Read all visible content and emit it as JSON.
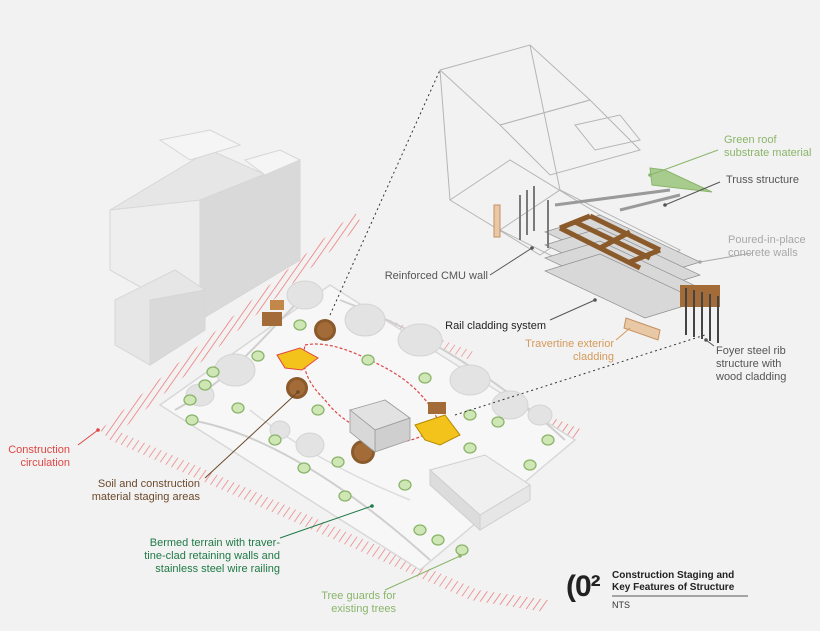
{
  "labels": {
    "green_roof": "Green roof\nsubstrate material",
    "truss": "Truss structure",
    "concrete": "Poured-in-place\nconcrete walls",
    "cmu": "Reinforced CMU wall",
    "rail": "Rail cladding system",
    "travertine": "Travertine exterior\ncladding",
    "foyer": "Foyer steel rib\nstructure with\nwood cladding",
    "circulation": "Construction\ncirculation",
    "soil": "Soil and construction\nmaterial staging areas",
    "bermed": "Bermed terrain with traver-\ntine-clad retaining walls and\nstainless steel wire railing",
    "tree_guards": "Tree guards for\nexisting trees"
  },
  "badge": {
    "number": "(0²",
    "title": "Construction Staging and\nKey Features of Structure",
    "scale": "NTS"
  },
  "colors": {
    "red": "#e04545",
    "brown": "#8b5a2b",
    "green_dark": "#1f7a46",
    "green_light": "#8bb56b",
    "tan": "#d49a5b",
    "yellow": "#f3c21b",
    "gray": "#555555"
  }
}
